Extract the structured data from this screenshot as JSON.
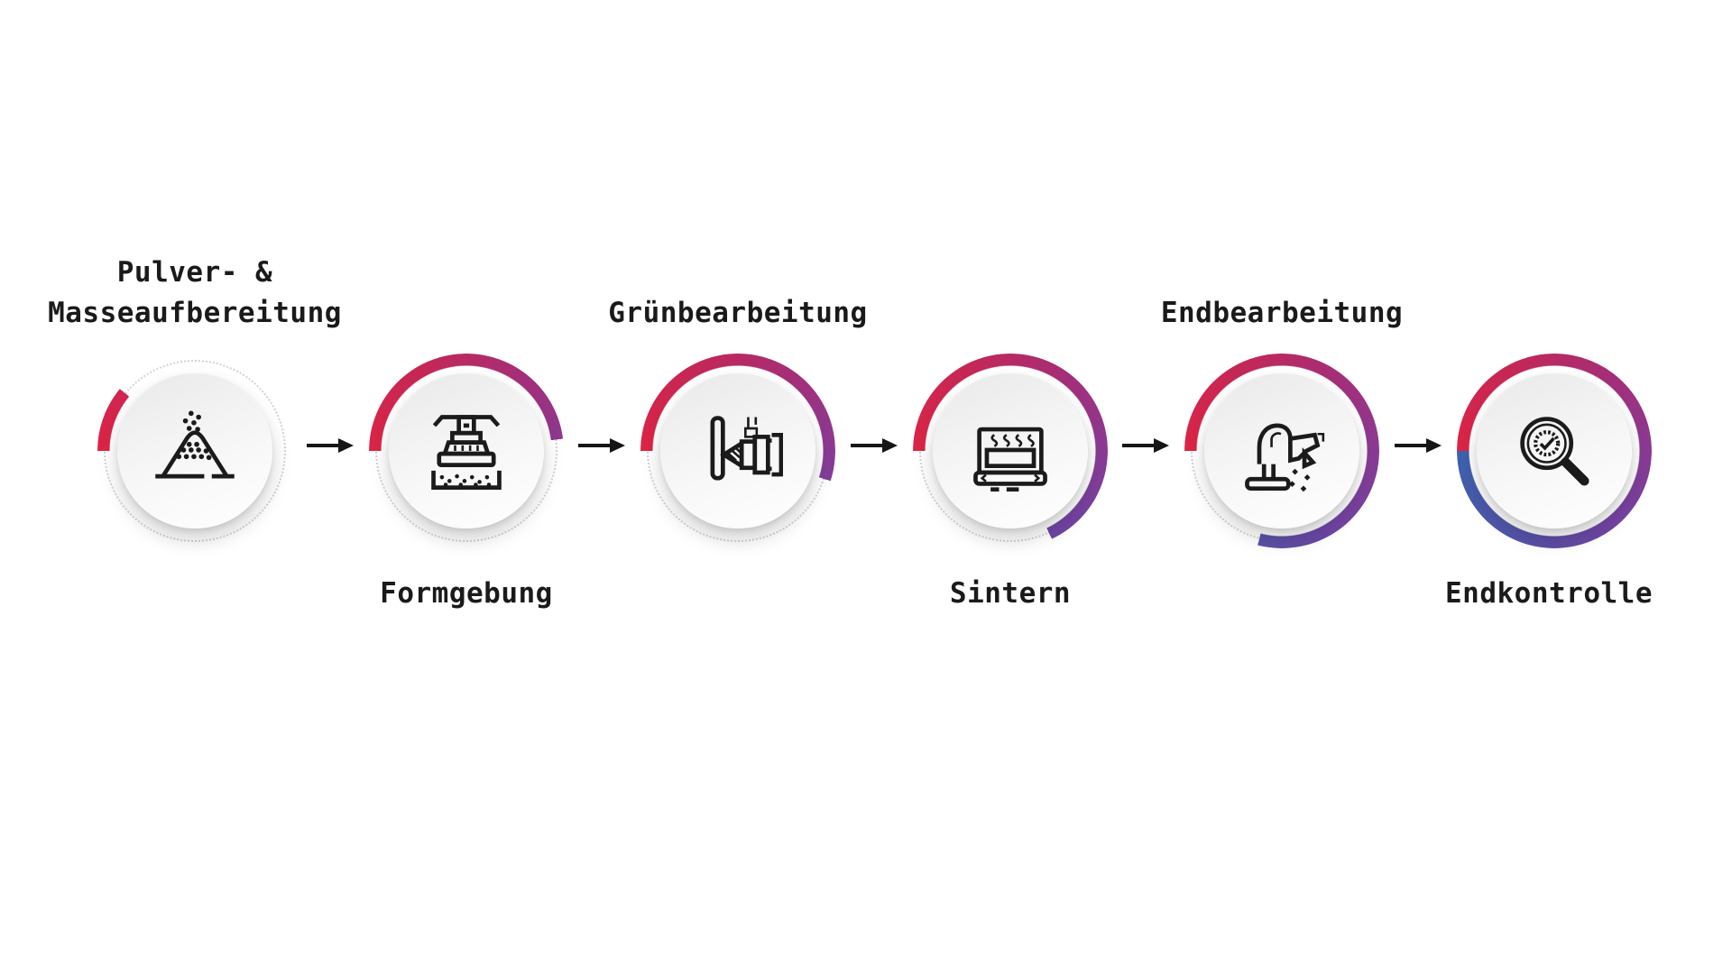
{
  "page": {
    "background": "#ffffff"
  },
  "diagram": {
    "arrow_color": "#161616",
    "icon_color": "#1b1b1b",
    "label_color": "#1a1a1a",
    "ring_track_color": "#d2d2d2",
    "steps": [
      {
        "label_lines": [
          "Pulver- &",
          "Masseaufbereitung"
        ],
        "label_position": "above",
        "icon": "powder-pile-icon",
        "arc": {
          "sweep_percent": 11,
          "stops": [
            {
              "color": "#DC2446",
              "at": 0
            },
            {
              "color": "#D02650",
              "at": 11
            }
          ]
        }
      },
      {
        "label_lines": [
          "Formgebung"
        ],
        "label_position": "below",
        "icon": "press-icon",
        "arc": {
          "sweep_percent": 48,
          "stops": [
            {
              "color": "#DC2446",
              "at": 0
            },
            {
              "color": "#C02859",
              "at": 20
            },
            {
              "color": "#A52E77",
              "at": 35
            },
            {
              "color": "#8E3890",
              "at": 48
            }
          ]
        }
      },
      {
        "label_lines": [
          "Grünbearbeitung"
        ],
        "label_position": "above",
        "icon": "green-machining-drill-icon",
        "arc": {
          "sweep_percent": 55,
          "stops": [
            {
              "color": "#DC2446",
              "at": 0
            },
            {
              "color": "#C02859",
              "at": 20
            },
            {
              "color": "#A52E77",
              "at": 35
            },
            {
              "color": "#8A3A94",
              "at": 50
            },
            {
              "color": "#823E9B",
              "at": 55
            }
          ]
        }
      },
      {
        "label_lines": [
          "Sintern"
        ],
        "label_position": "below",
        "icon": "sintering-furnace-icon",
        "arc": {
          "sweep_percent": 68,
          "stops": [
            {
              "color": "#DC2446",
              "at": 0
            },
            {
              "color": "#C02859",
              "at": 20
            },
            {
              "color": "#A52E77",
              "at": 35
            },
            {
              "color": "#8A3A94",
              "at": 50
            },
            {
              "color": "#7144A3",
              "at": 65
            },
            {
              "color": "#6C47A4",
              "at": 68
            }
          ]
        }
      },
      {
        "label_lines": [
          "Endbearbeitung"
        ],
        "label_position": "above",
        "icon": "grinding-machine-icon",
        "arc": {
          "sweep_percent": 79,
          "stops": [
            {
              "color": "#DC2446",
              "at": 0
            },
            {
              "color": "#C02859",
              "at": 20
            },
            {
              "color": "#A52E77",
              "at": 35
            },
            {
              "color": "#8A3A94",
              "at": 50
            },
            {
              "color": "#7144A3",
              "at": 65
            },
            {
              "color": "#5853A8",
              "at": 79
            }
          ]
        }
      },
      {
        "label_lines": [
          "Endkontrolle"
        ],
        "label_position": "below",
        "icon": "magnifier-check-icon",
        "arc": {
          "sweep_percent": 100,
          "stops": [
            {
              "color": "#DC2446",
              "at": 0
            },
            {
              "color": "#C02859",
              "at": 20
            },
            {
              "color": "#A52E77",
              "at": 35
            },
            {
              "color": "#8A3A94",
              "at": 50
            },
            {
              "color": "#7144A3",
              "at": 65
            },
            {
              "color": "#5752A8",
              "at": 80
            },
            {
              "color": "#3C62AE",
              "at": 100
            }
          ]
        }
      }
    ]
  }
}
